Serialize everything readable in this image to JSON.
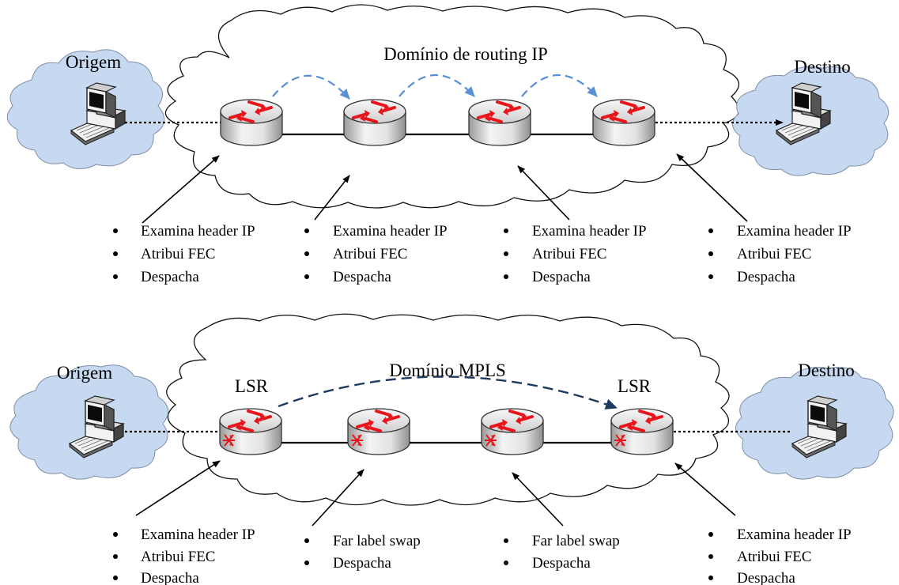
{
  "top": {
    "domain_label": "Domínio de routing IP",
    "origin_label": "Origem",
    "destination_label": "Destino",
    "steps": [
      {
        "items": [
          "Examina header IP",
          "Atribui FEC",
          "Despacha"
        ]
      },
      {
        "items": [
          "Examina header IP",
          "Atribui FEC",
          "Despacha"
        ]
      },
      {
        "items": [
          "Examina header IP",
          "Atribui FEC",
          "Despacha"
        ]
      },
      {
        "items": [
          "Examina header IP",
          "Atribui FEC",
          "Despacha"
        ]
      }
    ]
  },
  "bottom": {
    "domain_label": "Domínio MPLS",
    "origin_label": "Origem",
    "destination_label": "Destino",
    "ingress_label": "LSR",
    "egress_label": "LSR",
    "steps": [
      {
        "items": [
          "Examina header IP",
          "Atribui FEC",
          "Despacha"
        ]
      },
      {
        "items": [
          "Far label swap",
          "Despacha"
        ]
      },
      {
        "items": [
          "Far label swap",
          "Despacha"
        ]
      },
      {
        "items": [
          "Examina header IP",
          "Atribui FEC",
          "Despacha"
        ]
      }
    ]
  },
  "colors": {
    "small_cloud_fill": "#c6d9f1",
    "router_arrow": "#e8161c",
    "top_path_arrow": "#5b8fd6",
    "bottom_path_arrow": "#1f3a5f"
  }
}
